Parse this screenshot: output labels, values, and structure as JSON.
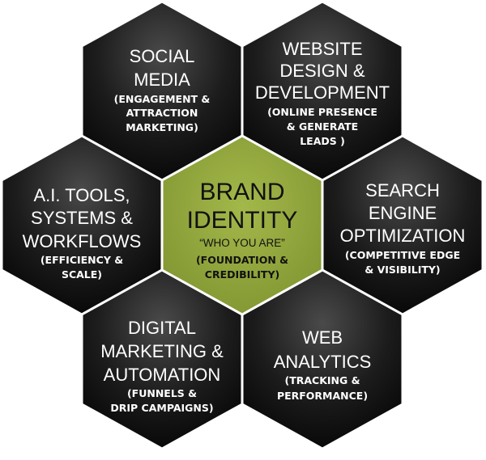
{
  "colors": {
    "hex_dark_top": "#4a4a4a",
    "hex_dark_bottom": "#050505",
    "center_fill": "#8fa33c",
    "stroke": "#ffffff"
  },
  "center": {
    "title_line1": "BRAND",
    "title_line2": "IDENTITY",
    "quote": "“WHO YOU ARE”",
    "sub_line1": "(FOUNDATION &",
    "sub_line2": "CREDIBILITY)"
  },
  "social_media": {
    "title_line1": "SOCIAL",
    "title_line2": "MEDIA",
    "sub_line1": "(ENGAGEMENT &",
    "sub_line2": "ATTRACTION",
    "sub_line3": "MARKETING)"
  },
  "website": {
    "title_line1": "WEBSITE",
    "title_line2": "DESIGN &",
    "title_line3": "DEVELOPMENT",
    "sub_line1": "(ONLINE PRESENCE",
    "sub_line2": "& GENERATE",
    "sub_line3": "LEADS )"
  },
  "ai_tools": {
    "title_line1": "A.I. TOOLS,",
    "title_line2": "SYSTEMS &",
    "title_line3": "WORKFLOWS",
    "sub_line1": "(EFFICIENCY &",
    "sub_line2": "SCALE)"
  },
  "seo": {
    "title_line1": "SEARCH",
    "title_line2": "ENGINE",
    "title_line3": "OPTIMIZATION",
    "sub_line1": "(COMPETITIVE EDGE",
    "sub_line2": "& VISIBILITY)"
  },
  "digital_marketing": {
    "title_line1": "DIGITAL",
    "title_line2": "MARKETING  &",
    "title_line3": "AUTOMATION",
    "sub_line1": "(FUNNELS &",
    "sub_line2": "DRIP CAMPAIGNS)"
  },
  "web_analytics": {
    "title_line1": "WEB",
    "title_line2": "ANALYTICS",
    "sub_line1": "(TRACKING &",
    "sub_line2": "PERFORMANCE)"
  }
}
